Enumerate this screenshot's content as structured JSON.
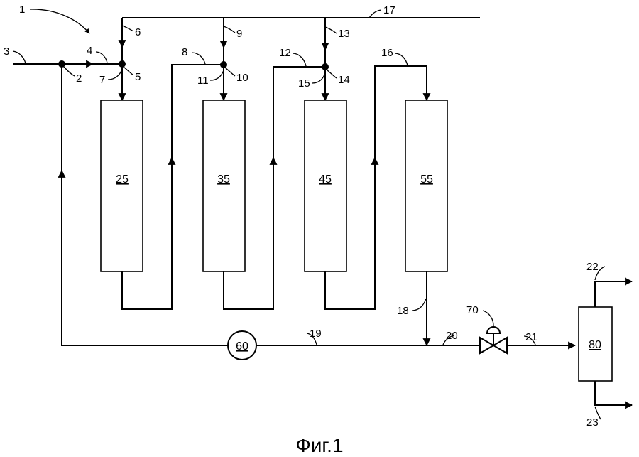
{
  "caption": "Фиг.1",
  "units": {
    "reactor_1": "25",
    "reactor_2": "35",
    "reactor_3": "45",
    "reactor_4": "55",
    "compressor": "60",
    "valve": "70",
    "separator": "80"
  },
  "streams": {
    "system": "1",
    "feed": "3",
    "junction_feed": "2",
    "line_4": "4",
    "junction_5": "5",
    "branch_6": "6",
    "line_7": "7",
    "line_8": "8",
    "branch_9": "9",
    "junction_10": "10",
    "line_11": "11",
    "line_12": "12",
    "branch_13": "13",
    "junction_14": "14",
    "line_15": "15",
    "line_16": "16",
    "header_17": "17",
    "effluent_18": "18",
    "recycle_19": "19",
    "line_20": "20",
    "line_21": "21",
    "top_out_22": "22",
    "bottom_out_23": "23"
  }
}
